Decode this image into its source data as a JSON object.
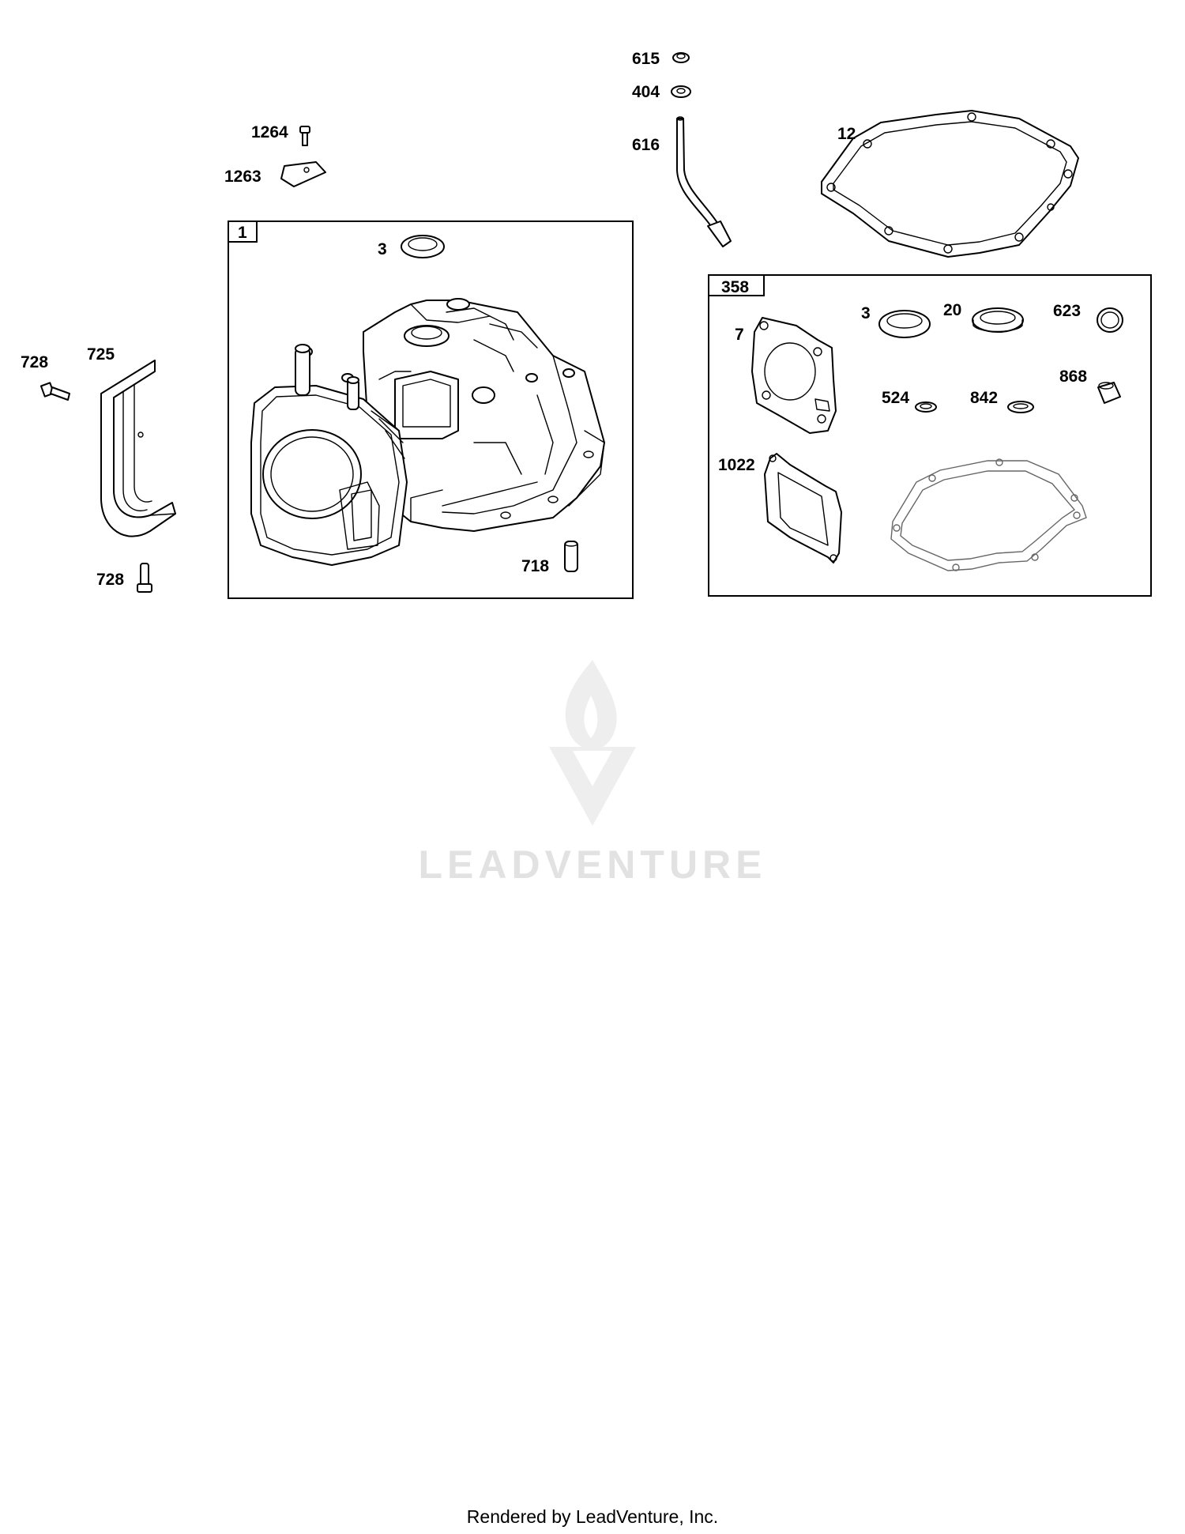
{
  "callouts": {
    "c615": "615",
    "c404": "404",
    "c616": "616",
    "c12": "12",
    "c1264": "1264",
    "c1263": "1263",
    "c728_top": "728",
    "c725": "725",
    "c728_bottom": "728",
    "c3_a": "3",
    "c718": "718",
    "c7": "7",
    "c3_b": "3",
    "c20": "20",
    "c623": "623",
    "c868": "868",
    "c524": "524",
    "c842": "842",
    "c1022": "1022"
  },
  "boxes": {
    "cylinder": {
      "label": "1"
    },
    "gasket_set": {
      "label": "358"
    }
  },
  "watermark": {
    "text": "LEADVENTURE"
  },
  "footer": {
    "text": "Rendered by LeadVenture, Inc."
  }
}
